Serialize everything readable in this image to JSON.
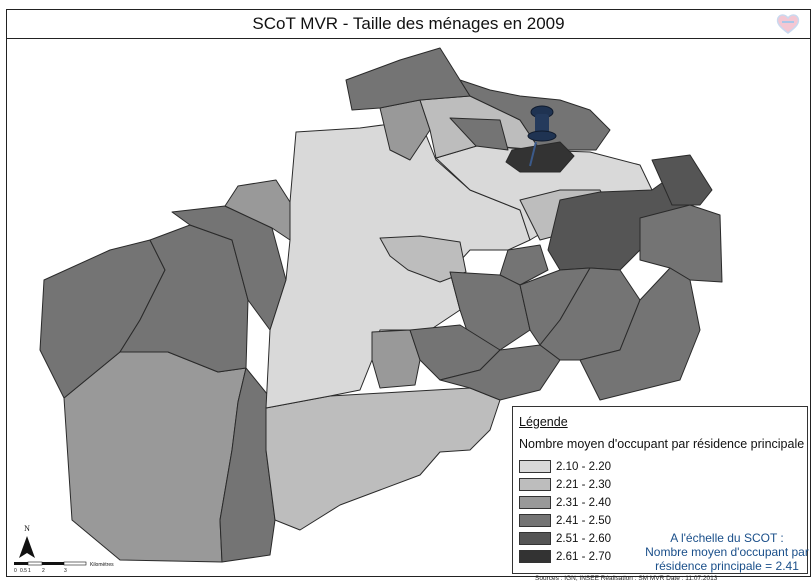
{
  "title": "SCoT MVR  - Taille des ménages en 2009",
  "legend": {
    "title": "Légende",
    "subtitle": "Nombre moyen d'occupant par résidence principale",
    "classes": [
      {
        "label": "2.10 - 2.20",
        "color": "#d9d9d9"
      },
      {
        "label": "2.21 - 2.30",
        "color": "#bdbdbd"
      },
      {
        "label": "2.31 - 2.40",
        "color": "#999999"
      },
      {
        "label": "2.41 - 2.50",
        "color": "#747474"
      },
      {
        "label": "2.51 - 2.60",
        "color": "#555555"
      },
      {
        "label": "2.61 - 2.70",
        "color": "#333333"
      }
    ],
    "scot_note": [
      "A l'échelle du SCOT :",
      "Nombre moyen d'occupant par",
      "résidence principale = 2.41"
    ]
  },
  "north_label": "N",
  "scale": {
    "ticks": [
      "0",
      "0.5",
      "1",
      "2",
      "3"
    ],
    "unit": "Kilomètres"
  },
  "sources": "Sources : IGN, INSEE     Réalisation : SM MVR     Date : 11.07.2013",
  "colors": {
    "accent": "#1a4f8a",
    "border": "#222222"
  },
  "icons": [
    "heart-logo-icon",
    "pushpin-icon",
    "north-arrow-icon"
  ]
}
